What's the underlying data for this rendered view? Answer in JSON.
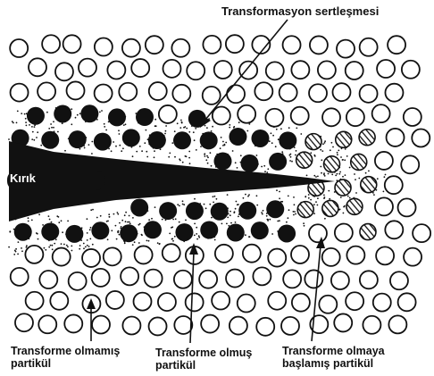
{
  "labels": {
    "transformation_toughening": "Transformasyon sertleşmesi",
    "crack": "Kırık",
    "untransformed_line1": "Transforme olmamış",
    "untransformed_line2": "partikül",
    "transformed_line1": "Transforme olmuş",
    "transformed_line2": "partikül",
    "starting_line1": "Transforme olmaya",
    "starting_line2": "başlamış partikül"
  },
  "colors": {
    "ink": "#111111",
    "paper": "#ffffff"
  },
  "particle_kinds": [
    "untransformed-open-circle",
    "transformed-filled-circle",
    "transforming-hatched-circle"
  ]
}
